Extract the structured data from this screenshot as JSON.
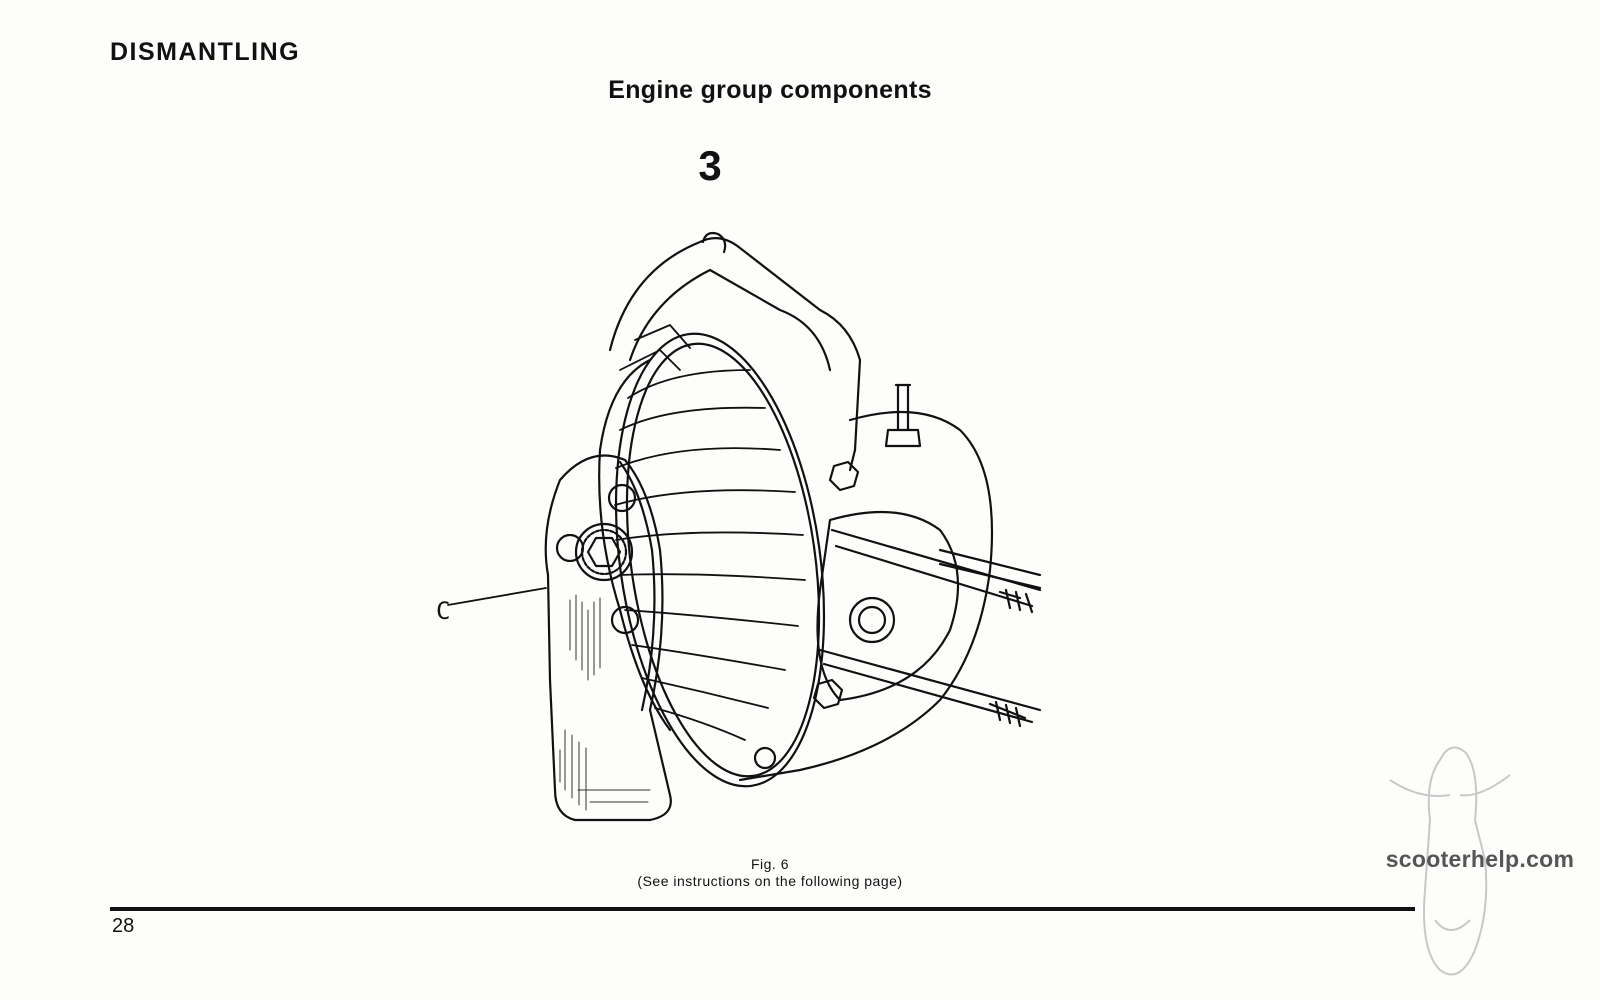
{
  "header": {
    "section_title": "DISMANTLING",
    "subtitle": "Engine group components",
    "step_number": "3"
  },
  "figure": {
    "part_label": "C",
    "caption_line1": "Fig. 6",
    "caption_line2": "(See instructions on the following page)"
  },
  "footer": {
    "page_number": "28"
  },
  "watermark": {
    "site": "scooterhelp.com"
  }
}
